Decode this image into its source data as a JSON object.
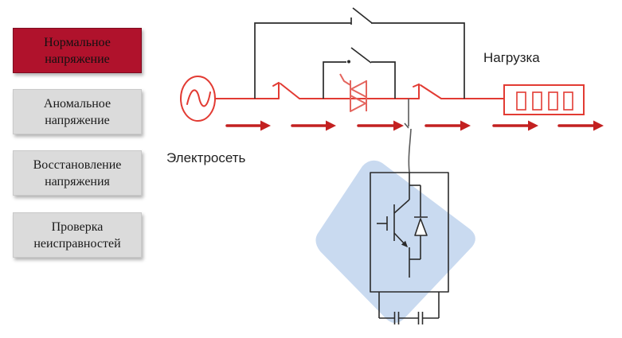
{
  "sidebar": {
    "buttons": [
      {
        "line1": "Нормальное",
        "line2": "напряжение",
        "active": true,
        "bg": "#B0122C",
        "border": "#7E0B20",
        "text_color": "#111111"
      },
      {
        "line1": "Аномальное",
        "line2": "напряжение",
        "active": false,
        "bg": "#DBDBDB",
        "border": "#C9C9C9",
        "text_color": "#1A1A1A"
      },
      {
        "line1": "Восстановление",
        "line2": "напряжения",
        "active": false,
        "bg": "#DBDBDB",
        "border": "#C9C9C9",
        "text_color": "#1A1A1A"
      },
      {
        "line1": "Проверка",
        "line2": "неисправностей",
        "active": false,
        "bg": "#DBDBDB",
        "border": "#C9C9C9",
        "text_color": "#1A1A1A"
      }
    ]
  },
  "diagram": {
    "source_label": "Электросеть",
    "load_label": "Нагрузка",
    "colors": {
      "line_red": "#E23B33",
      "thyristor_red": "#E4655E",
      "arrow_red": "#C32020",
      "wire_black": "#2B2B2B",
      "wire_gray": "#5A5A5A",
      "blob_blue": "#C9DAF0",
      "diode_fill": "#FFFFFF"
    }
  }
}
